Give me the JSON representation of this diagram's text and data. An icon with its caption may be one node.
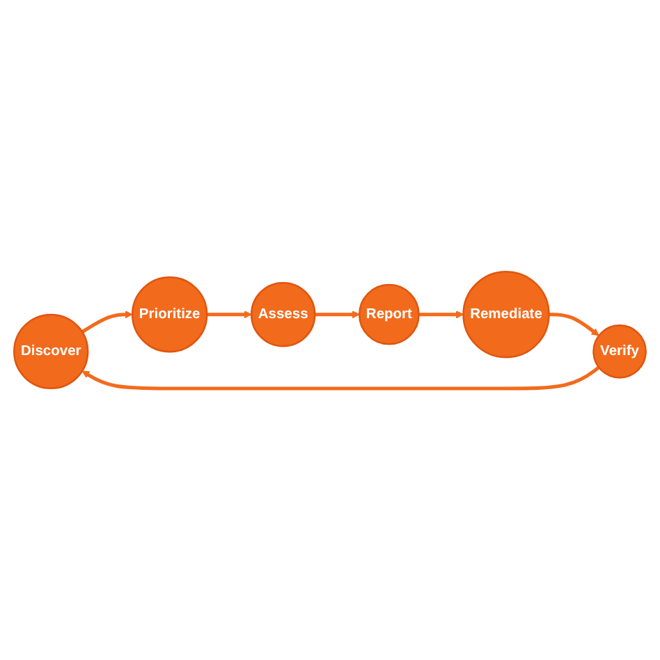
{
  "diagram": {
    "nodes": [
      {
        "text": [
          "Discover"
        ]
      },
      {
        "text": [
          "Prioritize"
        ]
      },
      {
        "text": [
          "Assess"
        ]
      },
      {
        "text": [
          "Report"
        ]
      },
      {
        "text": [
          "Remediate"
        ]
      },
      {
        "text": [
          "Verify"
        ]
      }
    ],
    "edges": [
      {
        "from": 0,
        "to": 1,
        "arrow": "to"
      },
      {
        "from": 1,
        "to": 2,
        "arrow": "to"
      },
      {
        "from": 2,
        "to": 3,
        "arrow": "to"
      },
      {
        "from": 3,
        "to": 4,
        "arrow": "to"
      },
      {
        "from": 4,
        "to": 5,
        "arrow": "to"
      },
      {
        "from": 5,
        "to": 0,
        "arrow": "to"
      }
    ]
  }
}
